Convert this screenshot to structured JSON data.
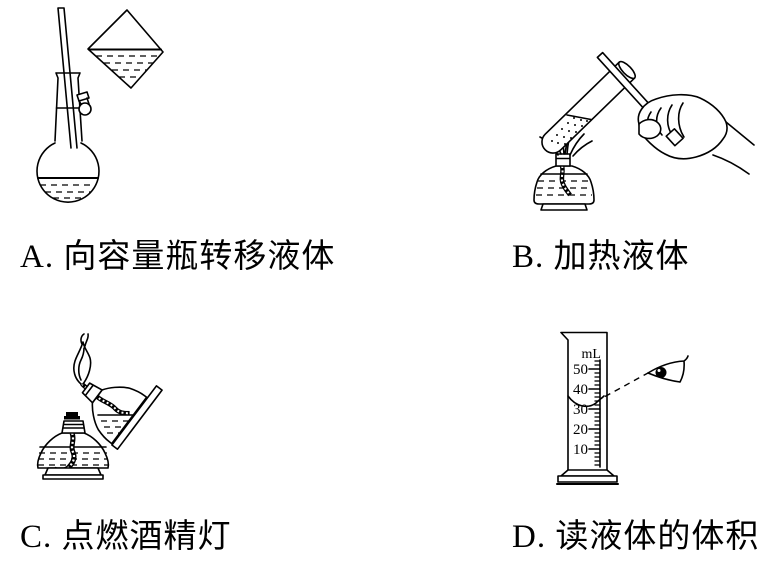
{
  "options": {
    "a": {
      "label": "A. 向容量瓶转移液体"
    },
    "b": {
      "label": "B. 加热液体"
    },
    "c": {
      "label": "C. 点燃酒精灯"
    },
    "d": {
      "label": "D. 读液体的体积"
    }
  },
  "cylinder": {
    "unit": "mL",
    "scale": [
      "50",
      "40",
      "30",
      "20",
      "10"
    ]
  },
  "colors": {
    "ink": "#000000",
    "paper": "#ffffff"
  }
}
